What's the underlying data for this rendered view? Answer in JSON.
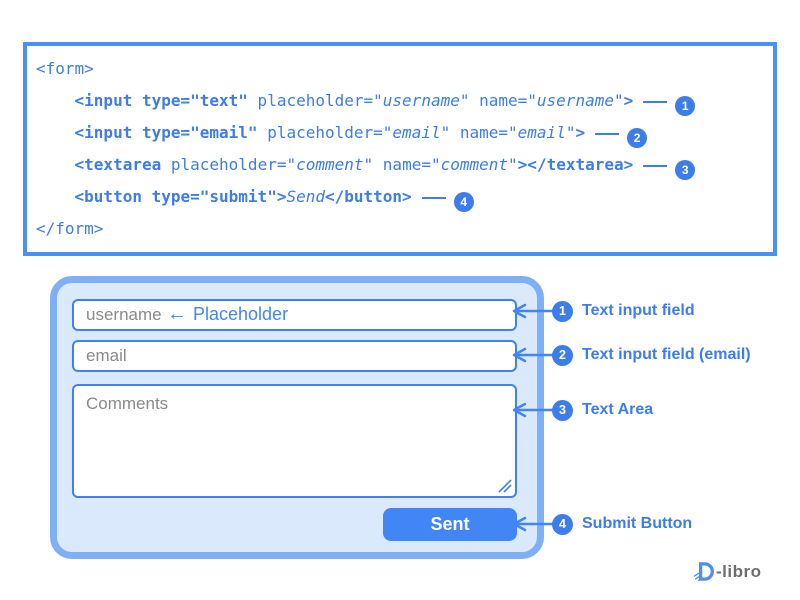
{
  "code_panel": {
    "lines": [
      {
        "segments": [
          {
            "t": "<form>",
            "s": "n"
          }
        ],
        "badge": null
      },
      {
        "segments": [
          {
            "t": "    ",
            "s": "n"
          },
          {
            "t": "<input type=\"text\"",
            "s": "b"
          },
          {
            "t": " placeholder=\"",
            "s": "n"
          },
          {
            "t": "username",
            "s": "i"
          },
          {
            "t": "\" name=\"",
            "s": "n"
          },
          {
            "t": "username",
            "s": "i"
          },
          {
            "t": "\"",
            "s": "n"
          },
          {
            "t": ">",
            "s": "b"
          }
        ],
        "badge": "1"
      },
      {
        "segments": [
          {
            "t": "    ",
            "s": "n"
          },
          {
            "t": "<input type=\"email\"",
            "s": "b"
          },
          {
            "t": " placeholder=\"",
            "s": "n"
          },
          {
            "t": "email",
            "s": "i"
          },
          {
            "t": "\" name=\"",
            "s": "n"
          },
          {
            "t": "email",
            "s": "i"
          },
          {
            "t": "\"",
            "s": "n"
          },
          {
            "t": ">",
            "s": "b"
          }
        ],
        "badge": "2"
      },
      {
        "segments": [
          {
            "t": "    ",
            "s": "n"
          },
          {
            "t": "<textarea",
            "s": "b"
          },
          {
            "t": " placeholder=\"",
            "s": "n"
          },
          {
            "t": "comment",
            "s": "i"
          },
          {
            "t": "\" name=\"",
            "s": "n"
          },
          {
            "t": "comment",
            "s": "i"
          },
          {
            "t": "\"",
            "s": "n"
          },
          {
            "t": "></textarea>",
            "s": "b"
          }
        ],
        "badge": "3"
      },
      {
        "segments": [
          {
            "t": "    ",
            "s": "n"
          },
          {
            "t": "<button type=\"submit\">",
            "s": "b"
          },
          {
            "t": "Send",
            "s": "i"
          },
          {
            "t": "</button>",
            "s": "b"
          }
        ],
        "badge": "4"
      },
      {
        "segments": [
          {
            "t": "</form>",
            "s": "n"
          }
        ],
        "badge": null
      }
    ]
  },
  "form_mockup": {
    "username_input": {
      "placeholder": "username"
    },
    "placeholder_callout": {
      "arrow": "←",
      "label": "Placeholder"
    },
    "email_input": {
      "placeholder": "email"
    },
    "comment_textarea": {
      "placeholder": "Comments"
    },
    "submit_button": {
      "label": "Sent"
    }
  },
  "annotations": [
    {
      "num": "1",
      "label": "Text input field"
    },
    {
      "num": "2",
      "label": "Text input field (email)"
    },
    {
      "num": "3",
      "label": "Text Area"
    },
    {
      "num": "4",
      "label": "Submit Button"
    }
  ],
  "logo": {
    "text": "-libro"
  },
  "colors": {
    "accent_blue": "#4285f4",
    "code_blue": "#3e7ce8",
    "panel_border": "#7fb0f6",
    "panel_bg": "#dbe9fc",
    "input_border": "#4080f0",
    "badge_blue": "#3d7de9",
    "placeholder_gray": "#8a8a8a",
    "logo_gray": "#6e6e6e"
  }
}
